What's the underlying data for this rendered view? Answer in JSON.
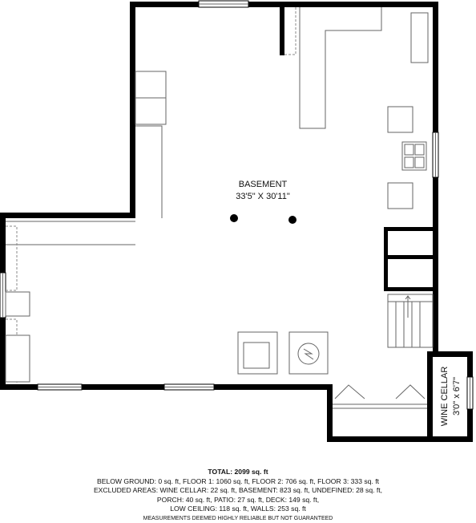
{
  "rooms": {
    "basement": {
      "name": "BASEMENT",
      "dims": "33'5\" X 30'11\""
    },
    "wine_cellar": {
      "name": "WINE CELLAR",
      "dims": "3'0\" x 6'7\""
    }
  },
  "summary": {
    "total": "TOTAL: 2099 sq. ft",
    "line1": "BELOW GROUND: 0 sq. ft, FLOOR 1: 1060 sq. ft, FLOOR 2: 706 sq. ft, FLOOR 3: 333 sq. ft",
    "line2": "EXCLUDED AREAS: WINE CELLAR: 22 sq. ft, BASEMENT: 823 sq. ft, UNDEFINED: 28 sq. ft,",
    "line3": "PORCH: 40 sq. ft, PATIO: 27 sq. ft, DECK: 149 sq. ft,",
    "line4": "LOW CEILING: 118 sq. ft, WALLS: 253 sq. ft",
    "disclaimer": "MEASUREMENTS DEEMED HIGHLY RELIABLE BUT NOT GUARANTEED"
  }
}
